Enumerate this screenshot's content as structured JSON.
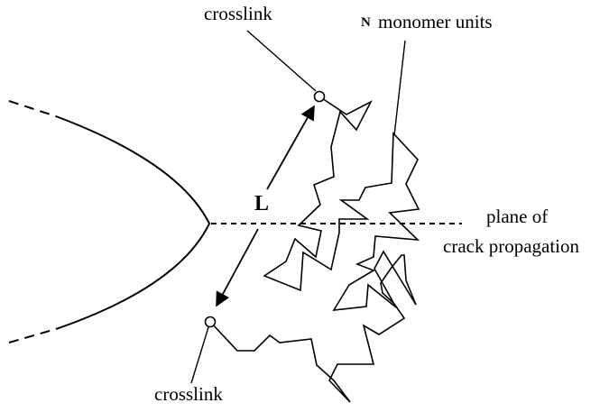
{
  "labels": {
    "crosslink_top": "crosslink",
    "crosslink_bottom": "crosslink",
    "monomer_prefix": "N",
    "monomer_text": "monomer units",
    "length": "L",
    "plane_line1": "plane of",
    "plane_line2": "crack propagation"
  },
  "colors": {
    "ink": "#000000",
    "background": "#ffffff"
  }
}
